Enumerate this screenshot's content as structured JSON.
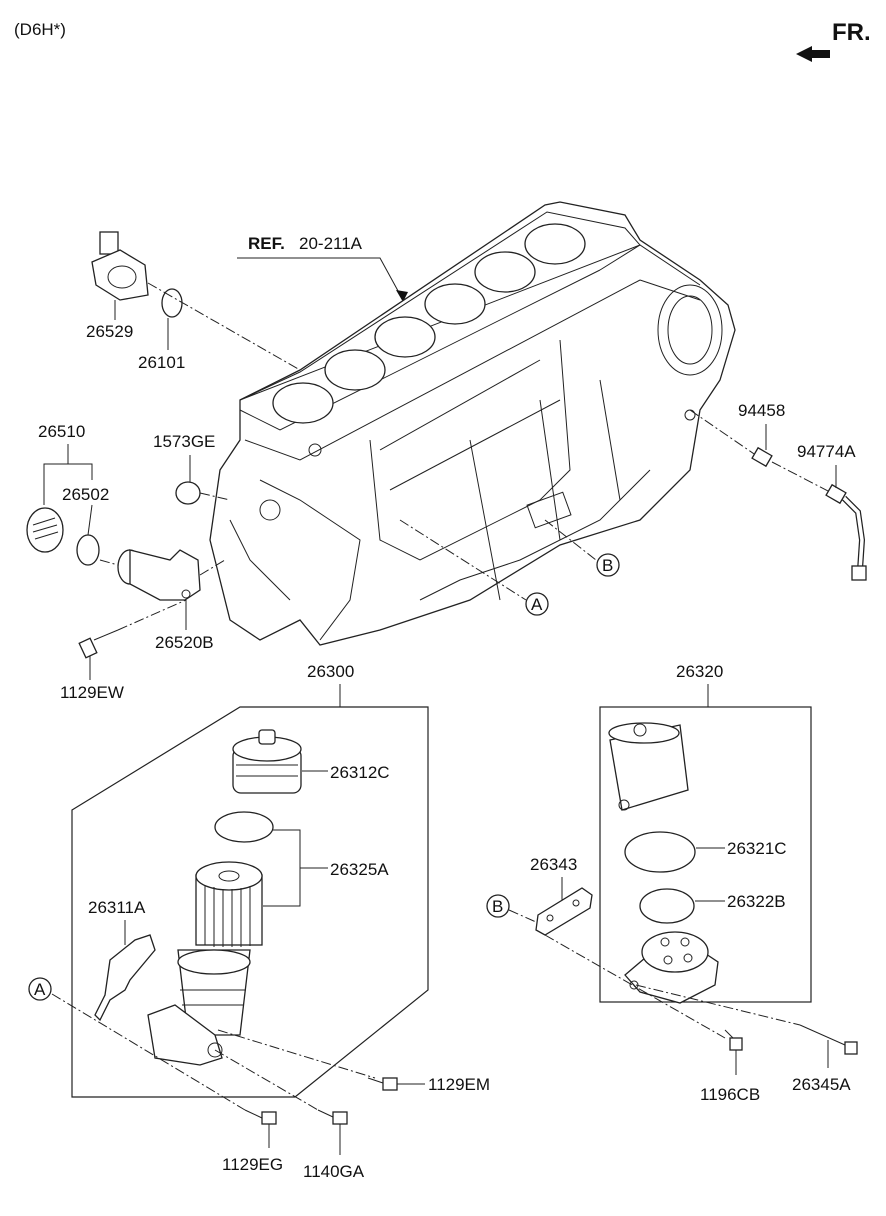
{
  "header": {
    "variant": "(D6H*)",
    "front_label": "FR."
  },
  "reference": {
    "prefix": "REF.",
    "number": "20-211A"
  },
  "callouts": {
    "A": "A",
    "B": "B"
  },
  "parts": {
    "p26529": "26529",
    "p26101": "26101",
    "p26510": "26510",
    "p26502": "26502",
    "p1573GE": "1573GE",
    "p26520B": "26520B",
    "p1129EW": "1129EW",
    "p94458": "94458",
    "p94774A": "94774A",
    "p26300": "26300",
    "p26312C": "26312C",
    "p26325A": "26325A",
    "p26311A": "26311A",
    "p1129EM": "1129EM",
    "p1129EG": "1129EG",
    "p1140GA": "1140GA",
    "p26320": "26320",
    "p26343": "26343",
    "p26321C": "26321C",
    "p26322B": "26322B",
    "p1196CB": "1196CB",
    "p26345A": "26345A"
  },
  "icons": {
    "front_arrow": "arrow-left-icon"
  }
}
